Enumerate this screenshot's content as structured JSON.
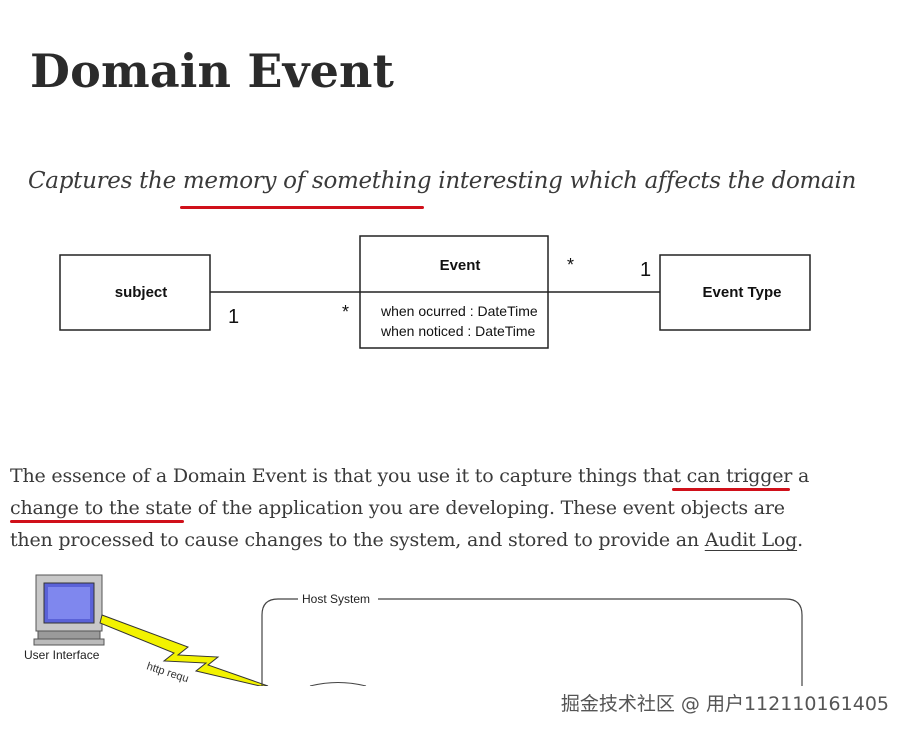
{
  "page": {
    "title": "Domain Event",
    "subtitle": "Captures the memory of something interesting which affects the domain"
  },
  "uml": {
    "subject_label": "subject",
    "event_label": "Event",
    "event_attr1": "when ocurred : DateTime",
    "event_attr2": "when noticed : DateTime",
    "event_type_label": "Event Type",
    "mult_subject": "1",
    "mult_event_left": "*",
    "mult_event_right": "*",
    "mult_event_type": "1"
  },
  "paragraph": {
    "line1_pre": "The essence of a Domain Event is that you use it to capture things that ",
    "line1_hl": "can trigger a",
    "line2_hl": "change to the state",
    "line2_post": " of the application you are developing. These event objects are",
    "line3_pre": "then processed to cause changes to the system, and stored to provide an ",
    "link": "Audit Log",
    "line3_post": "."
  },
  "diagram2": {
    "user_interface_label": "User Interface",
    "host_system_label": "Host System",
    "http_label": "http requ"
  },
  "watermark": "掘金技术社区 @ 用户112110161405",
  "colors": {
    "highlight_red": "#d0101a",
    "text": "#333333",
    "lightning": "#f2f200"
  }
}
